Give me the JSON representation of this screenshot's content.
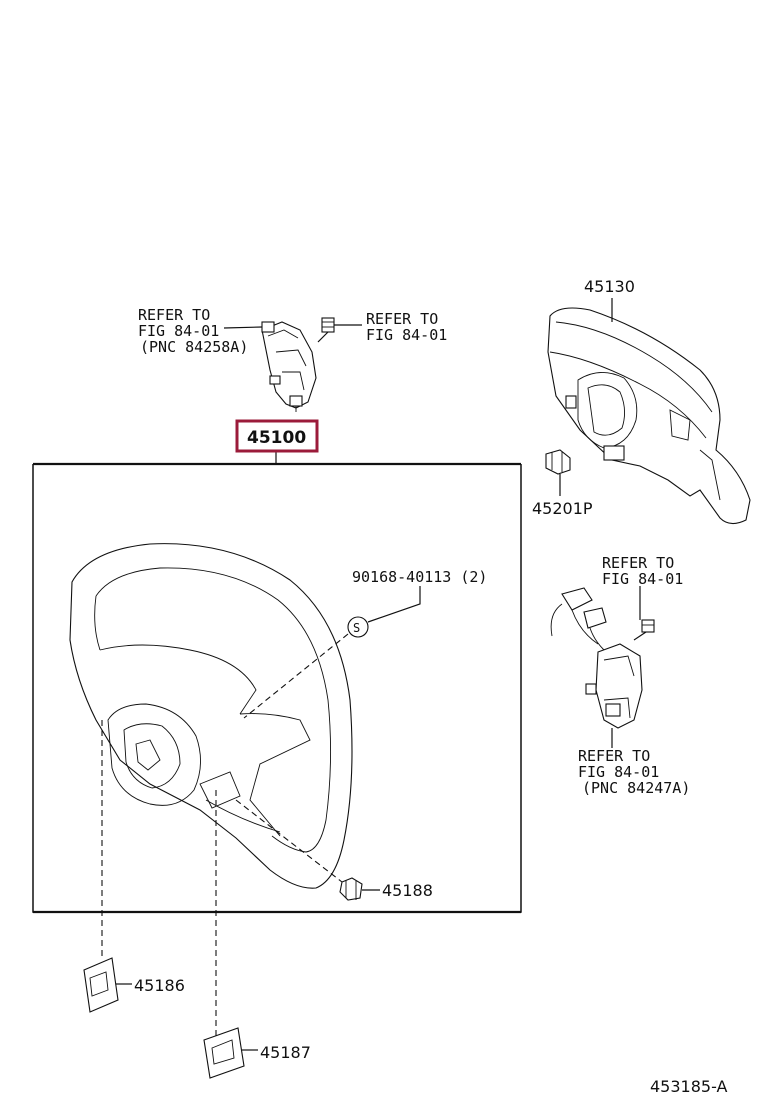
{
  "labels": {
    "ref_top_left": [
      "REFER TO",
      "FIG 84-01",
      "(PNC 84258A)"
    ],
    "ref_top_mid": [
      "REFER TO",
      "FIG 84-01"
    ],
    "ref_right_upper": [
      "REFER TO",
      "FIG 84-01"
    ],
    "ref_right_lower": [
      "REFER TO",
      "FIG 84-01",
      "(PNC 84247A)"
    ],
    "part_45130": "45130",
    "part_45100": "45100",
    "part_45201P": "45201P",
    "part_90168": "90168-40113 (2)",
    "screw_symbol": "S",
    "part_45188": "45188",
    "part_45186": "45186",
    "part_45187": "45187",
    "diagram_id": "453185-A"
  },
  "colors": {
    "highlight": "#9b1b3a",
    "line": "#111111"
  }
}
